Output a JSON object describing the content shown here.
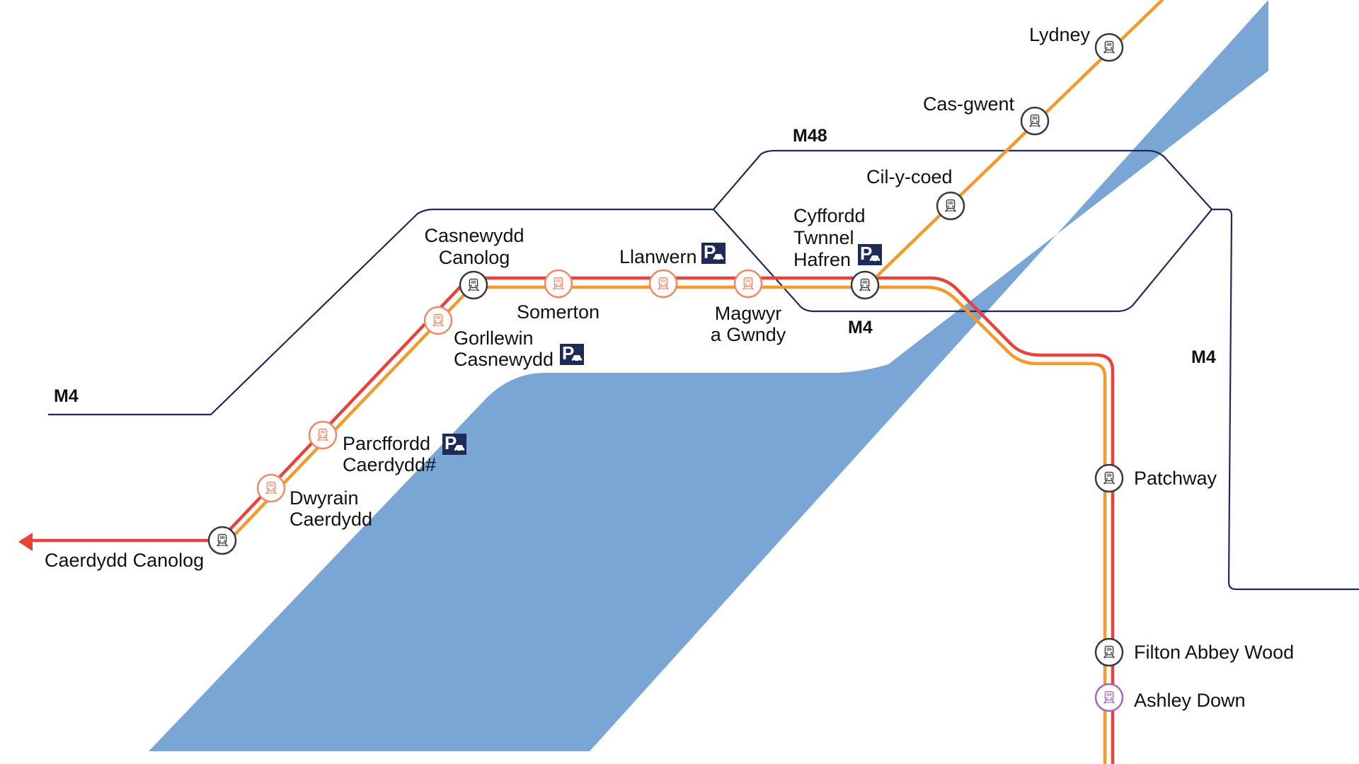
{
  "colors": {
    "water": "#79A6D5",
    "motorway": "#1E2B59",
    "line_red": "#E8423A",
    "line_orange": "#F39A2B",
    "station_dark": "#3A3A3A",
    "station_new": "#F0896A",
    "station_purple": "#A46AB8",
    "parking_bg": "#1E2B59"
  },
  "roads": {
    "m48": "M48",
    "m4_west": "M4",
    "m4_center": "M4",
    "m4_east": "M4"
  },
  "stations": {
    "lydney": "Lydney",
    "cas_gwent": "Cas-gwent",
    "cil_y_coed": "Cil-y-coed",
    "cyffordd_1": "Cyffordd",
    "cyffordd_2": "Twnnel",
    "cyffordd_3": "Hafren",
    "casnewydd_1": "Casnewydd",
    "casnewydd_2": "Canolog",
    "llanwern": "Llanwern",
    "somerton": "Somerton",
    "magwyr_1": "Magwyr",
    "magwyr_2": "a Gwndy",
    "gorllewin_1": "Gorllewin",
    "gorllewin_2": "Casnewydd",
    "parcffordd_1": "Parcffordd",
    "parcffordd_2": "Caerdydd#",
    "dwyrain_1": "Dwyrain",
    "dwyrain_2": "Caerdydd",
    "caerdydd_canolog": "Caerdydd Canolog",
    "patchway": "Patchway",
    "filton": "Filton Abbey Wood",
    "ashley_down": "Ashley Down"
  },
  "parking": {
    "letter": "P",
    "icon": "car-icon"
  },
  "icons": {
    "station": "train-icon",
    "direction": "arrow-left-icon"
  }
}
